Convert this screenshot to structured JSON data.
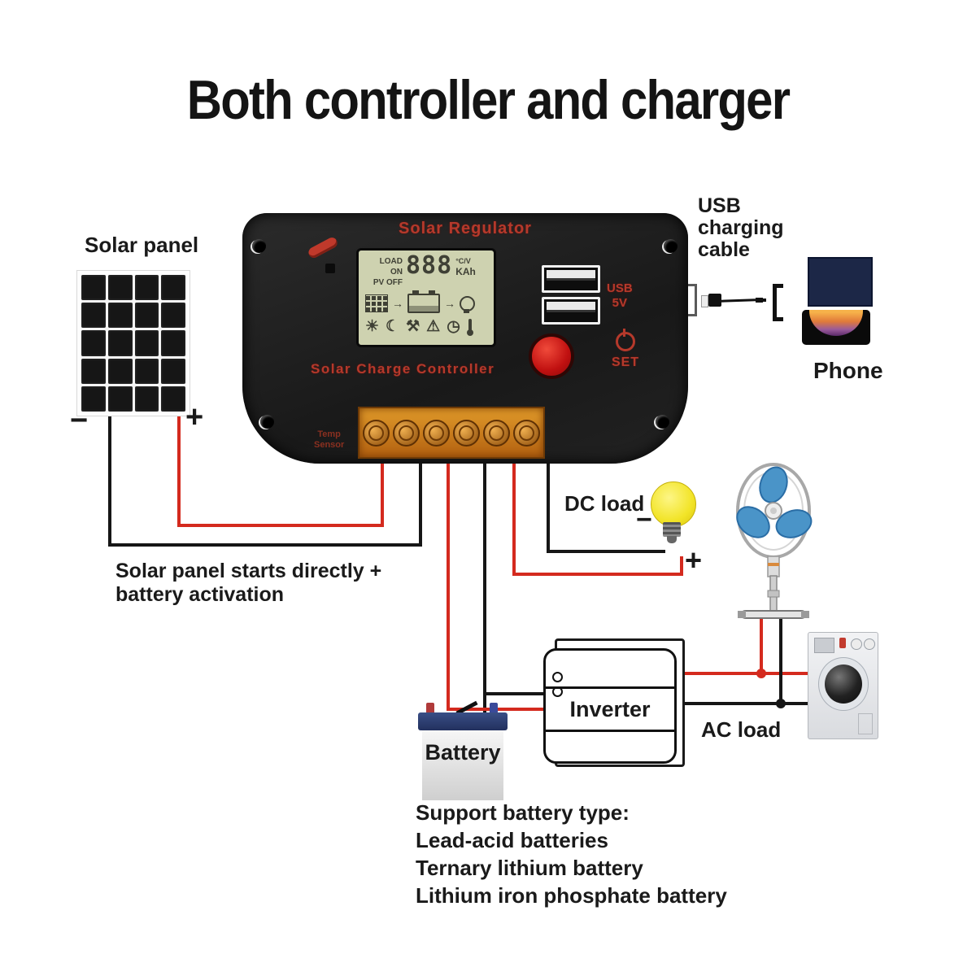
{
  "title": "Both controller and charger",
  "solar_panel": {
    "label": "Solar panel",
    "minus": "−",
    "plus": "+"
  },
  "controller": {
    "top_label": "Solar Regulator",
    "name_label": "Solar Charge Controller",
    "temp_sensor_label": "Temp\nSensor",
    "usb_port_label": "USB\n5V",
    "set_label": "SET",
    "lcd": {
      "load_on": "LOAD ON",
      "pv_off": "PV OFF",
      "digits": "888",
      "unit_top": "°C/V",
      "unit_bottom": "KAh",
      "arrow": "→",
      "icon_sun": "☀",
      "icon_moon": "☾",
      "icon_wrench": "⚒",
      "icon_warning": "⚠",
      "icon_clock": "◷"
    }
  },
  "usb_cable_label": "USB\ncharging\ncable",
  "phone_label": "Phone",
  "dc_load": {
    "label": "DC load",
    "minus": "−",
    "plus": "+"
  },
  "left_note": "Solar panel starts directly +\nbattery activation",
  "battery_label": "Battery",
  "inverter_label": "Inverter",
  "ac_load_label": "AC load",
  "battery_types": {
    "heading": "Support battery type:",
    "items": [
      "Lead-acid batteries",
      "Ternary lithium battery",
      "Lithium iron phosphate battery"
    ]
  },
  "colors": {
    "wire_red": "#d42a1e",
    "wire_black": "#161616",
    "red_text": "#b5392b",
    "lcd_bg": "#ced2b0",
    "terminal_orange": "#c97a17",
    "fan_blue": "#4a94c8"
  }
}
